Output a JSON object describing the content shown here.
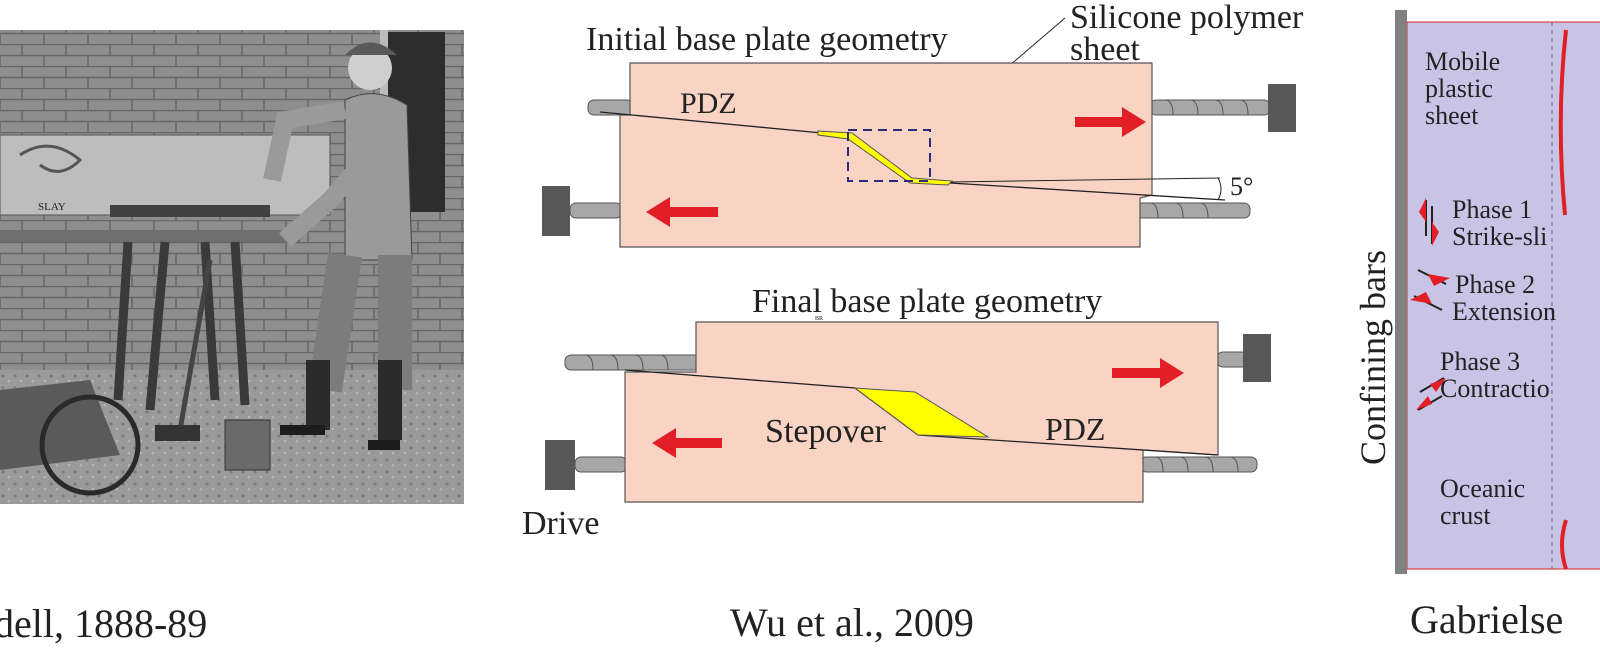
{
  "panel_a": {
    "caption": "dell, 1888-89",
    "photo_sign": "SLAY"
  },
  "panel_b": {
    "caption": "Wu et al., 2009",
    "initial_title": "Initial base plate geometry",
    "silicone_label_line1": "Silicone polymer",
    "silicone_label_line2": "sheet",
    "pdz_top": "PDZ",
    "angle_label": "5°",
    "final_title": "Final base plate geometry",
    "stepover_label": "Stepover",
    "pdz_bottom": "PDZ",
    "drive_label": "Drive",
    "tiny_mark": "BR",
    "colors": {
      "plate": "#f9d4c4",
      "silicone": "#ffff00",
      "arrow": "#e21f26",
      "rod": "#a7a7a7",
      "block": "#575757",
      "box": "#2e2a7a"
    }
  },
  "panel_c": {
    "caption": "Gabrielse",
    "side_label": "Confining bars",
    "mobile_line1": "Mobile",
    "mobile_line2": "plastic",
    "mobile_line3": "sheet",
    "phase1_line1": "Phase 1",
    "phase1_line2": "Strike-sli",
    "phase2_line1": "Phase 2",
    "phase2_line2": "Extension",
    "phase3_line1": "Phase 3",
    "phase3_line2": "Contractio",
    "oceanic_line1": "Oceanic",
    "oceanic_line2": "crust",
    "colors": {
      "sheet": "#c9c4e6",
      "bar": "#808080",
      "accent": "#e21f26"
    }
  }
}
